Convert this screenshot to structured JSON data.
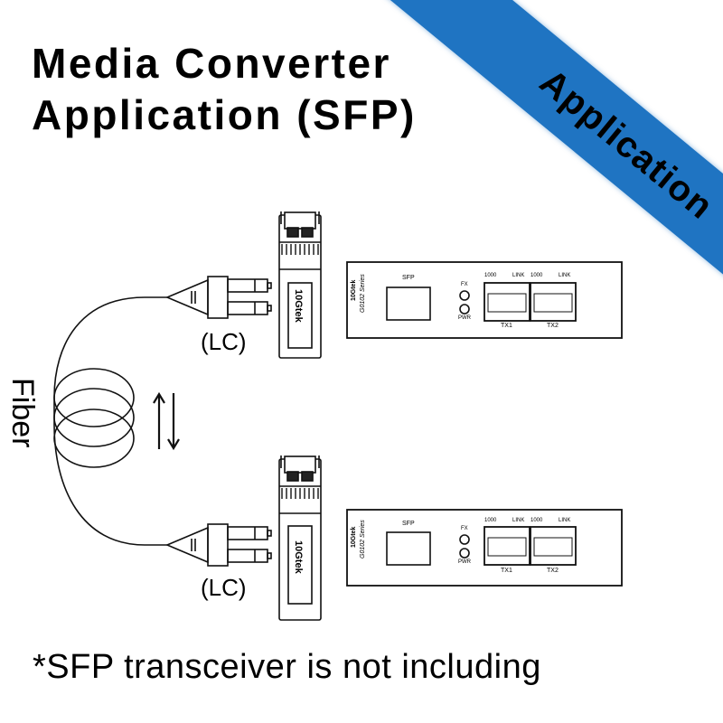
{
  "title": {
    "line1": "Media Converter",
    "line2": "Application (SFP)"
  },
  "ribbon": {
    "label": "Application",
    "color": "#1f74c2"
  },
  "fiber": {
    "label": "Fiber",
    "icon": "bidirectional-arrows-icon"
  },
  "connectors": [
    {
      "label": "(LC)",
      "sfp_brand": "10Gtek"
    },
    {
      "label": "(LC)",
      "sfp_brand": "10Gtek"
    }
  ],
  "converters": [
    {
      "brand": "10Gtek",
      "series": "G0102 Series",
      "sfp_slot_label": "SFP",
      "led_fx": "FX",
      "led_pwr": "PWR",
      "ports": [
        {
          "label": "TX1",
          "led_left": "1000",
          "led_right": "LINK"
        },
        {
          "label": "TX2",
          "led_left": "1000",
          "led_right": "LINK"
        }
      ]
    },
    {
      "brand": "10Gtek",
      "series": "G0102 Series",
      "sfp_slot_label": "SFP",
      "led_fx": "FX",
      "led_pwr": "PWR",
      "ports": [
        {
          "label": "TX1",
          "led_left": "1000",
          "led_right": "LINK"
        },
        {
          "label": "TX2",
          "led_left": "1000",
          "led_right": "LINK"
        }
      ]
    }
  ],
  "footnote": "*SFP transceiver is not including"
}
